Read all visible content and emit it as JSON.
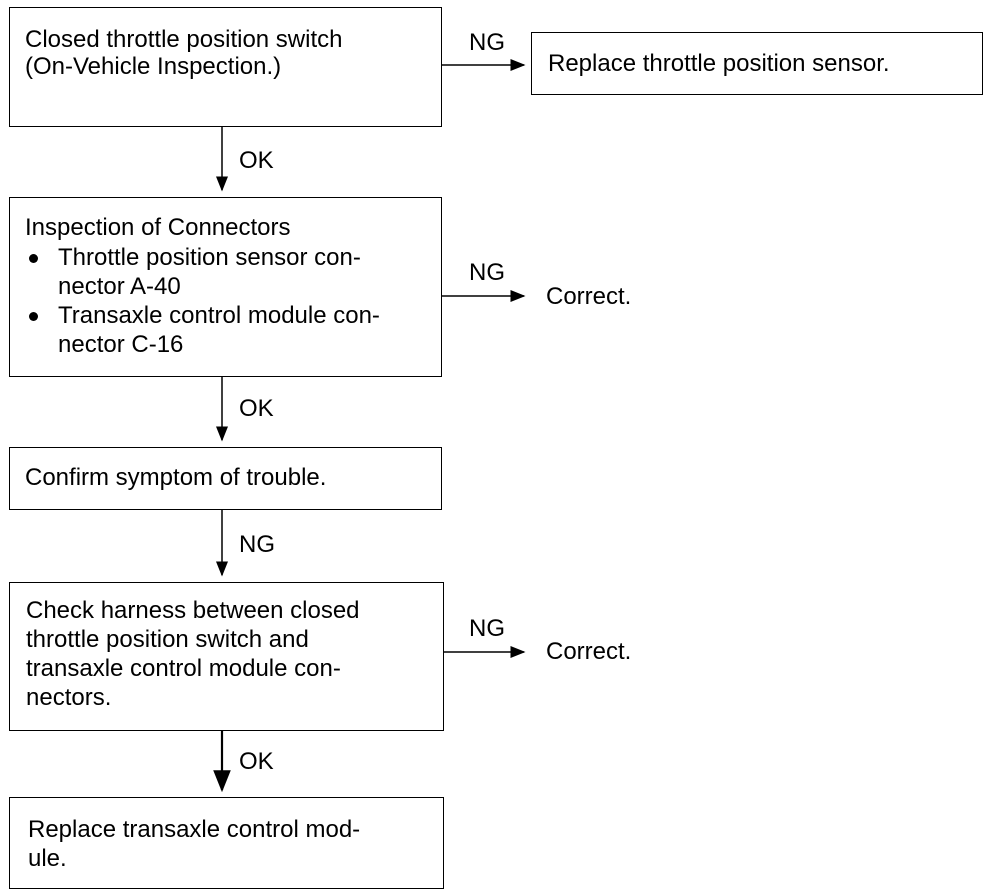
{
  "boxes": {
    "b1": {
      "lines": [
        "Closed throttle position switch",
        "(On-Vehicle Inspection.)"
      ]
    },
    "b1_ng": {
      "text": "Replace throttle position sensor."
    },
    "b2": {
      "title": "Inspection of Connectors",
      "bullets": [
        {
          "lines": [
            "Throttle position sensor con-",
            "nector A-40"
          ]
        },
        {
          "lines": [
            "Transaxle control module con-",
            "nector C-16"
          ]
        }
      ]
    },
    "b3": {
      "text": "Confirm symptom of trouble."
    },
    "b4": {
      "lines": [
        "Check harness between closed",
        "throttle position switch and",
        "transaxle control module con-",
        "nectors."
      ]
    },
    "b5": {
      "lines": [
        "Replace transaxle control mod-",
        "ule."
      ]
    }
  },
  "outcomes": {
    "b2_ng": "Correct.",
    "b4_ng": "Correct."
  },
  "labels": {
    "b1_right": "NG",
    "b1_down": "OK",
    "b2_right": "NG",
    "b2_down": "OK",
    "b3_down": "NG",
    "b4_right": "NG",
    "b4_down": "OK"
  }
}
